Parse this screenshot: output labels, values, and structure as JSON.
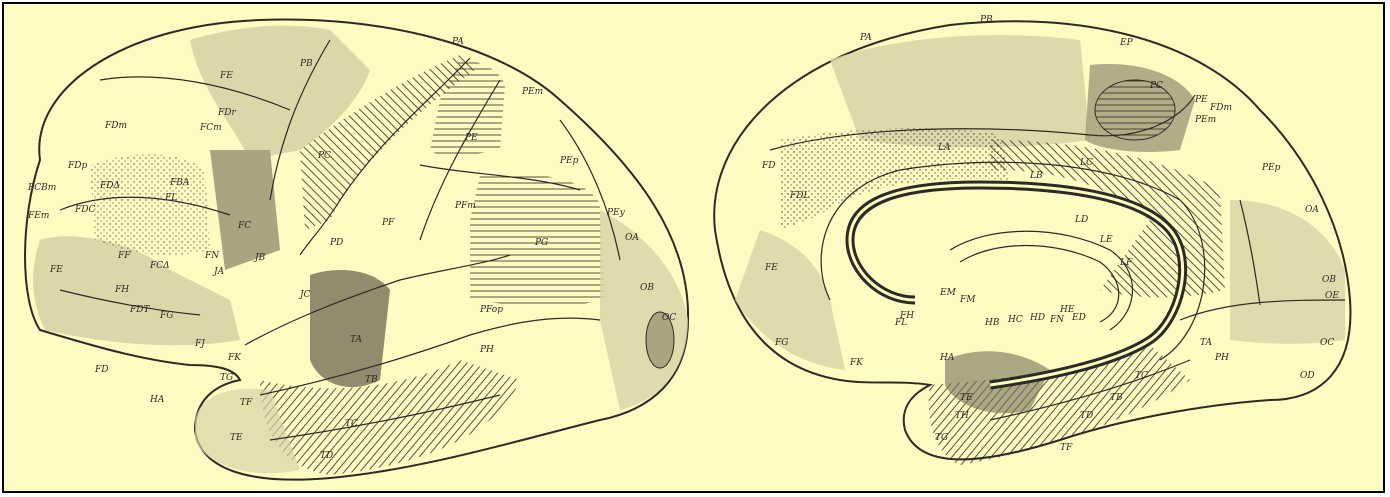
{
  "colors": {
    "background": "#fbfbc2",
    "ink": "#2b2b24",
    "tint_light": "#ecebbf",
    "tint_mid": "#d6d4a6",
    "tint_dark": "#a8a581",
    "tint_darkest": "#757157"
  },
  "lateral": {
    "labels": [
      "FD",
      "PB",
      "PA",
      "FE",
      "FCBm",
      "FDr",
      "FDm",
      "FCm",
      "FDΔ",
      "FBA",
      "FC",
      "FDp",
      "FEm",
      "FDC",
      "FCΔ",
      "FDT",
      "FE",
      "FF",
      "FG",
      "FH",
      "FJ",
      "FK",
      "FL",
      "FN",
      "JA",
      "JB",
      "JC",
      "PC",
      "PD",
      "PE",
      "PF",
      "PG",
      "PH",
      "PEm",
      "PEp",
      "PEy",
      "PFm",
      "PFop",
      "OA",
      "OB",
      "OC",
      "TA",
      "TB",
      "TC",
      "TD",
      "TE",
      "TF",
      "TG",
      "HA"
    ]
  },
  "medial": {
    "labels": [
      "PB",
      "FD",
      "FE",
      "PA",
      "PC",
      "PE",
      "FDL",
      "FDm",
      "LA",
      "LB",
      "LC",
      "LD",
      "LE",
      "LF",
      "FH",
      "FG",
      "FK",
      "FL",
      "FM",
      "FN",
      "ED",
      "EM",
      "EP",
      "HA",
      "HB",
      "HC",
      "HD",
      "HE",
      "PEm",
      "PEp",
      "PH",
      "OA",
      "OB",
      "OC",
      "OD",
      "OE",
      "TA",
      "TB",
      "TC",
      "TD",
      "TE",
      "TF",
      "TG",
      "TH"
    ]
  }
}
